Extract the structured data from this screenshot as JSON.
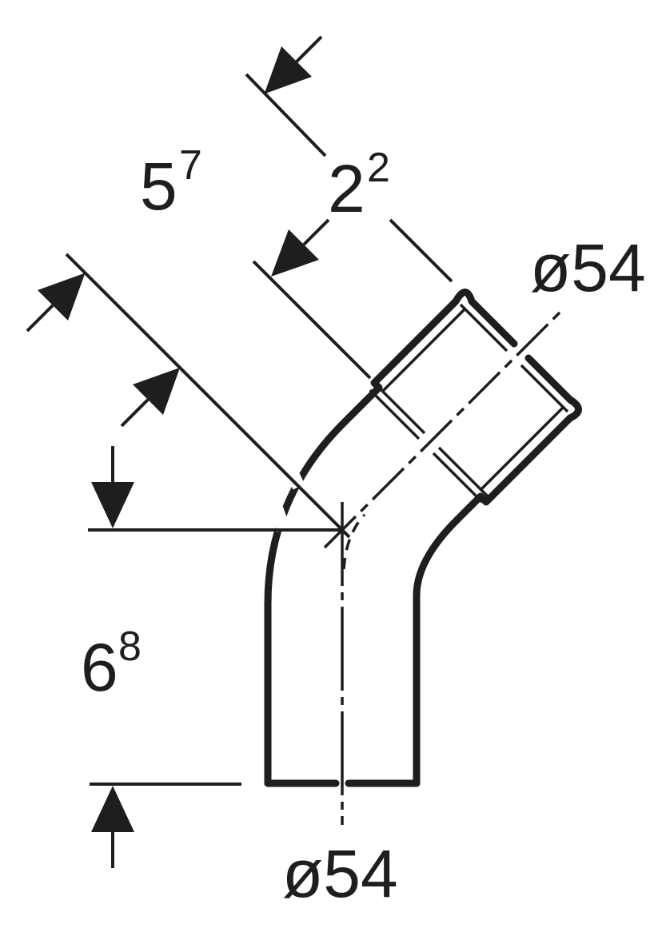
{
  "page": {
    "background": "#ffffff",
    "ink": "#1e1e1e"
  },
  "drawing": {
    "labels": {
      "dim_socket_depth": {
        "main": "5",
        "sup": "7"
      },
      "dim_socket_offset": {
        "main": "2",
        "sup": "2"
      },
      "dim_height": {
        "main": "6",
        "sup": "8"
      },
      "dia_socket_end": "ø54",
      "dia_plain_end": "ø54"
    }
  }
}
